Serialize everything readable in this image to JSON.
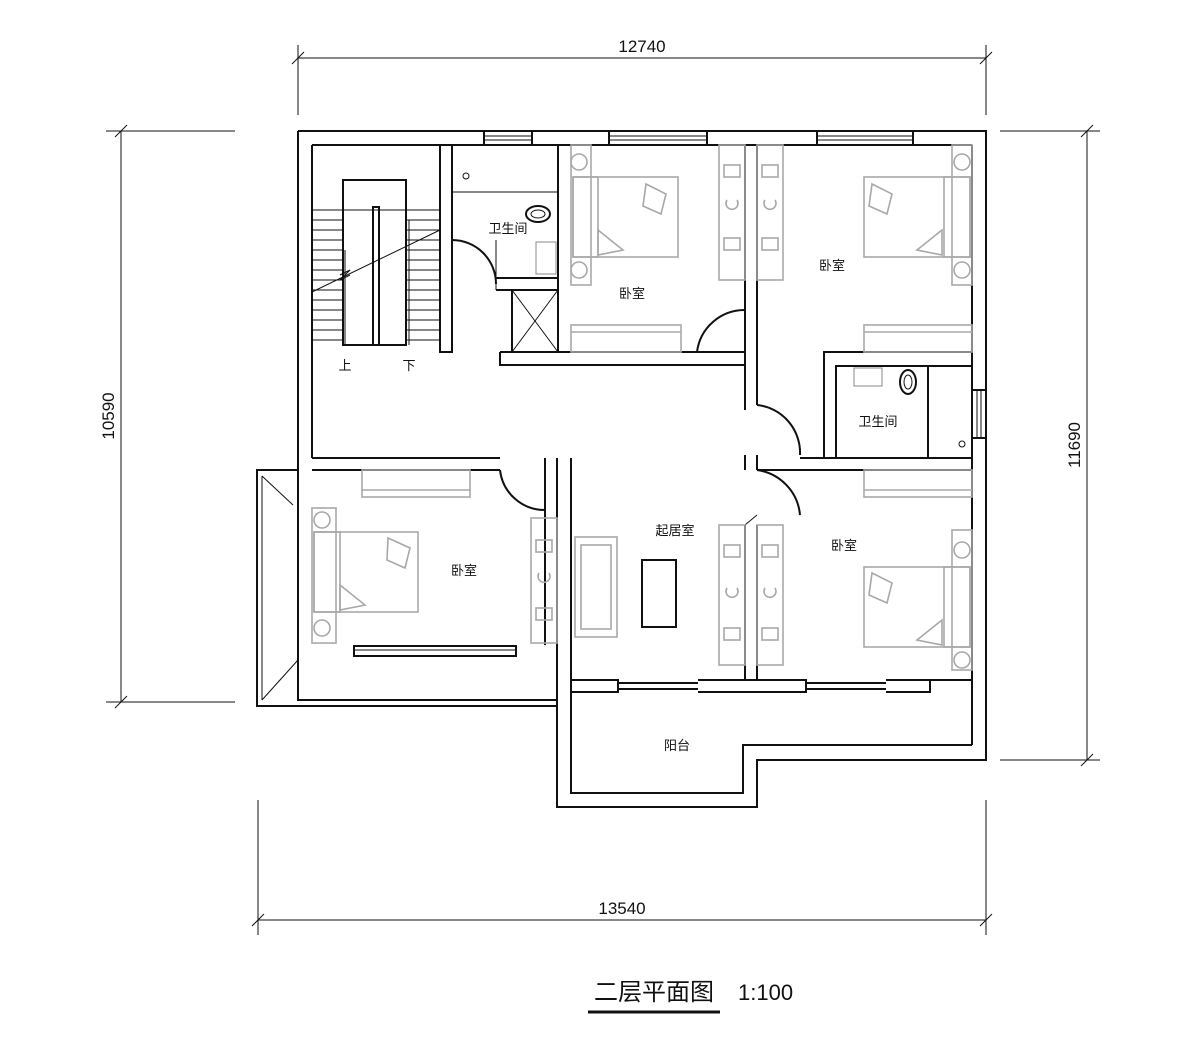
{
  "title": "二层平面图",
  "scale": "1:100",
  "dimensions": {
    "top": "12740",
    "bottom": "13540",
    "left": "10590",
    "right": "11690"
  },
  "rooms": {
    "bathroom_top": "卫生间",
    "bedroom_top_mid": "卧室",
    "bedroom_top_right": "卧室",
    "bathroom_right": "卫生间",
    "bedroom_left": "卧室",
    "living_room": "起居室",
    "bedroom_bottom_right": "卧室",
    "balcony": "阳台"
  },
  "stairs": {
    "up": "上",
    "down": "下"
  }
}
